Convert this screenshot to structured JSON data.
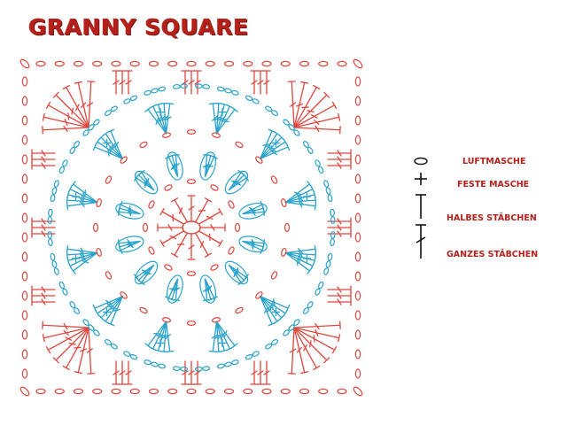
{
  "title": "GRANNY SQUARE",
  "colors": {
    "title": "#b3211a",
    "red_stitches": "#e0463e",
    "blue_stitches": "#29a3cc",
    "legend_label": "#b3211a",
    "legend_symbol": "#111111"
  },
  "legend": [
    {
      "symbol": "chain-stitch-icon",
      "label": "LUFTMASCHE"
    },
    {
      "symbol": "single-crochet-icon",
      "label": "FESTE MASCHE"
    },
    {
      "symbol": "half-double-crochet-icon",
      "label": "HALBES STÄBCHEN"
    },
    {
      "symbol": "double-crochet-icon",
      "label": "GANZES STÄBCHEN"
    }
  ]
}
